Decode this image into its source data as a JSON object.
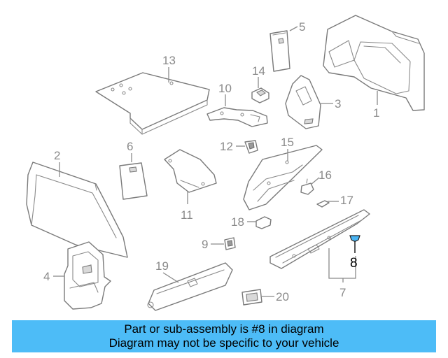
{
  "callouts": {
    "c1": "1",
    "c2": "2",
    "c3": "3",
    "c4": "4",
    "c5": "5",
    "c6": "6",
    "c7": "7",
    "c8": "8",
    "c9": "9",
    "c10": "10",
    "c11": "11",
    "c12": "12",
    "c13": "13",
    "c14": "14",
    "c15": "15",
    "c16": "16",
    "c17": "17",
    "c18": "18",
    "c19": "19",
    "c20": "20"
  },
  "highlight": {
    "part_number": "8",
    "color": "#49b5f5"
  },
  "banner": {
    "line1": "Part or sub-assembly is #8 in diagram",
    "line2": "Diagram may not be specific to your vehicle",
    "color": "#4dbcf7"
  }
}
